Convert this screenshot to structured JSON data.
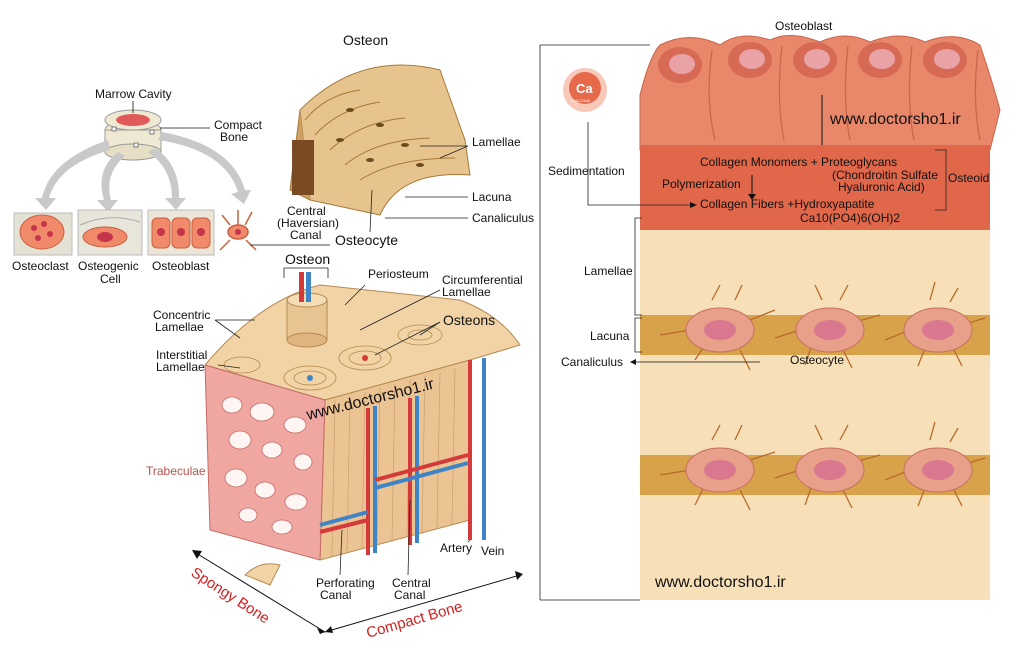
{
  "labels": {
    "osteon_top": "Osteon",
    "marrow_cavity": "Marrow Cavity",
    "compact_bone_line1": "Compact",
    "compact_bone_line2": "Bone",
    "lamellae_top": "Lamellae",
    "lacuna_top": "Lacuna",
    "canaliculus_top": "Canaliculus",
    "central_line1": "Central",
    "central_line2": "(Haversian)",
    "central_line3": "Canal",
    "osteocyte_top": "Osteocyte",
    "osteoclast": "Osteoclast",
    "osteogenic_line1": "Osteogenic",
    "osteogenic_line2": "Cell",
    "osteoblast_small": "Osteoblast",
    "osteon_mid": "Osteon",
    "periosteum": "Periosteum",
    "circumferential_line1": "Circumferential",
    "circumferential_line2": "Lamellae",
    "concentric_line1": "Concentric",
    "concentric_line2": "Lamellae",
    "osteons": "Osteons",
    "interstitial_line1": "Interstitial",
    "interstitial_line2": "Lamellae",
    "trabeculae": "Trabeculae",
    "artery": "Artery",
    "vein": "Vein",
    "perforating_line1": "Perforating",
    "perforating_line2": "Canal",
    "central_canal_line1": "Central",
    "central_canal_line2": "Canal",
    "spongy_bone": "Spongy Bone",
    "compact_bone_axis": "Compact  Bone",
    "osteoblast_right": "Osteoblast",
    "ca_symbol": "Ca",
    "ca_sub": "CALCIUM",
    "sedimentation": "Sedimentation",
    "collagen_monomers": "Collagen Monomers + Proteoglycans",
    "chondroitin": "(Chondroitin Sulfate",
    "hyaluronic": "Hyaluronic Acid)",
    "osteoid": "Osteoid",
    "polymerization": "Polymerization",
    "collagen_fibers": "Collagen Fibers +Hydroxyapatite",
    "formula": "Ca10(PO4)6(OH)2",
    "lamellae_right": "Lamellae",
    "lacuna_right": "Lacuna",
    "canaliculus_right": "Canaliculus",
    "osteocyte_right": "Osteocyte"
  },
  "watermarks": {
    "right_top": "www.doctorsho1.ir",
    "middle": "www.doctorsho1.ir",
    "right_bottom": "www.doctorsho1.ir"
  },
  "colors": {
    "osteoblast_layer": "#e8876a",
    "osteoid_band": "#e0674a",
    "matrix": "#f7dfb7",
    "lacuna_band": "#d7a24a",
    "osteocyte_cell": "#e8a08a",
    "nucleus": "#d9788f",
    "spongy": "#f0a7a2",
    "compact": "#f1d3a6",
    "artery": "#d43a3a",
    "vein": "#3f84c7",
    "label_red": "#d22020"
  }
}
